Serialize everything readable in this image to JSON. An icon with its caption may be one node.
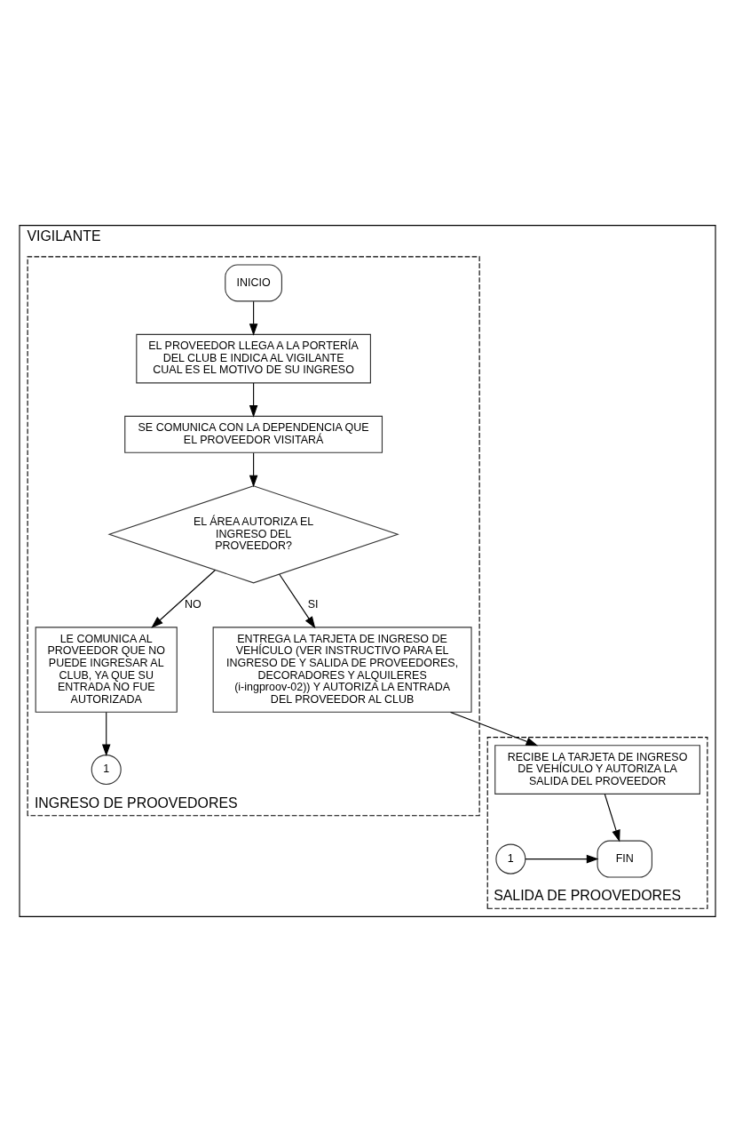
{
  "diagram": {
    "nodes": [
      {
        "text": [
          "VIGILANTE"
        ]
      },
      {
        "text": [
          "INGRESO DE PROOVEDORES"
        ],
        "in": 0
      },
      {
        "text": [
          "SALIDA DE PROOVEDORES"
        ],
        "in": 0
      },
      {
        "text": [
          "INICIO"
        ],
        "in": 1
      },
      {
        "text": [
          "EL PROVEEDOR LLEGA A LA PORTERÍA DEL CLUB E INDICA AL VIGILANTE CUAL ES EL MOTIVO DE SU INGRESO"
        ],
        "in": 1
      },
      {
        "text": [
          "SE COMUNICA CON LA DEPENDENCIA QUE EL PROVEEDOR VISITARÁ"
        ],
        "in": 1
      },
      {
        "text": [
          "EL ÁREA AUTORIZA EL INGRESO DEL PROVEEDOR?"
        ],
        "in": 1
      },
      {
        "text": [
          "LE COMUNICA AL PROVEEDOR QUE NO PUEDE INGRESAR AL CLUB, YA QUE SU ENTRADA NO FUE AUTORIZADA"
        ],
        "in": 1
      },
      {
        "text": [
          "1"
        ],
        "in": 1
      },
      {
        "text": [
          "ENTREGA LA TARJETA DE INGRESO DE VEHÍCULO (VER INSTRUCTIVO PARA EL INGRESO DE Y SALIDA DE PROVEEDORES, DECORADORES Y ALQUILERES (i-ingproov-02)) Y AUTORIZA LA ENTRADA DEL PROVEEDOR AL CLUB"
        ],
        "in": 1
      },
      {
        "text": [
          "RECIBE LA TARJETA DE INGRESO DE VEHÍCULO Y AUTORIZA LA SALIDA DEL PROVEEDOR"
        ],
        "in": 2
      },
      {
        "text": [
          "1"
        ],
        "in": 2
      },
      {
        "text": [
          "FIN"
        ],
        "in": 2
      }
    ],
    "edges": [
      {
        "from": 3,
        "to": 4,
        "arrow": "to"
      },
      {
        "from": 4,
        "to": 5,
        "arrow": "to"
      },
      {
        "from": 5,
        "to": 6,
        "arrow": "to"
      },
      {
        "from": 6,
        "to": 7,
        "arrow": "to",
        "label": "NO"
      },
      {
        "from": 7,
        "to": 8,
        "arrow": "to"
      },
      {
        "from": 6,
        "to": 9,
        "arrow": "to",
        "label": "SI"
      },
      {
        "from": 9,
        "to": 10,
        "arrow": "to"
      },
      {
        "from": 10,
        "to": 12,
        "arrow": "to"
      },
      {
        "from": 11,
        "to": 12,
        "arrow": "to"
      }
    ]
  }
}
